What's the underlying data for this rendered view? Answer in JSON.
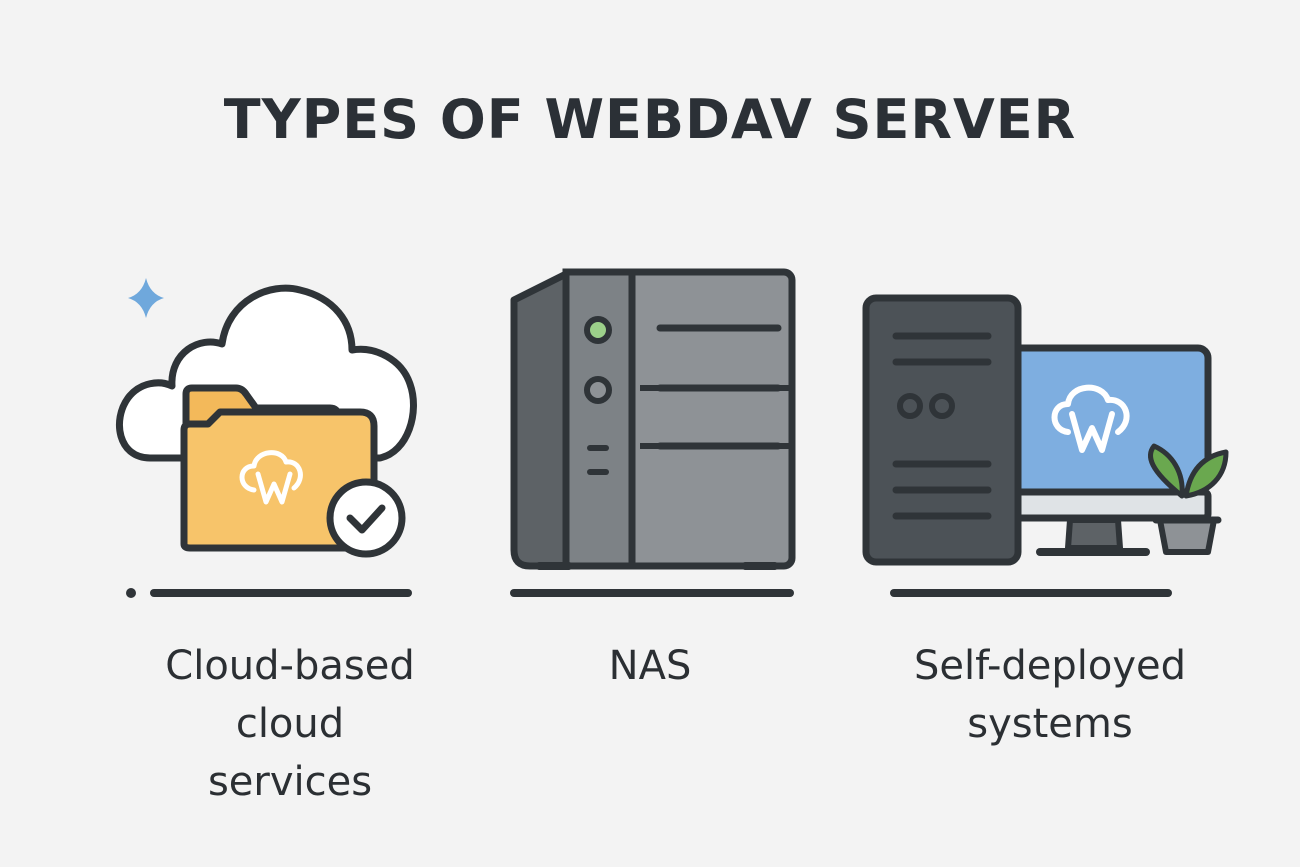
{
  "title": "TYPES OF WEBDAV SERVER",
  "colors": {
    "background": "#f3f3f3",
    "outline": "#2f3438",
    "folder": "#f7c46a",
    "cloud": "#ffffff",
    "nas_body": "#8e9296",
    "nas_panel": "#5d6266",
    "tower": "#4c5257",
    "monitor_screen": "#7eaee0",
    "plant_leaf": "#6aa84f",
    "sparkle": "#6fa8dc",
    "indicator_light": "#9cd08a"
  },
  "items": [
    {
      "label_lines": [
        "Cloud-based",
        "cloud",
        "services"
      ],
      "icon": "cloud-folder-check-icon"
    },
    {
      "label_lines": [
        "NAS"
      ],
      "icon": "nas-device-icon"
    },
    {
      "label_lines": [
        "Self-deployed",
        "systems"
      ],
      "icon": "server-monitor-icon"
    }
  ]
}
